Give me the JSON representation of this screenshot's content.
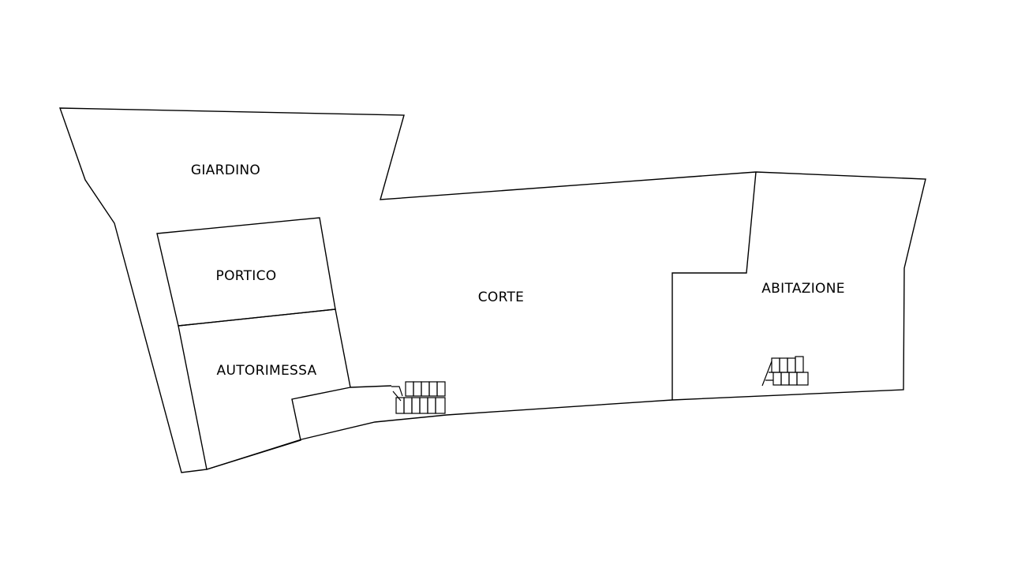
{
  "plan": {
    "line_color": "#000000",
    "background": "#ffffff",
    "rooms": {
      "giardino": "GIARDINO",
      "portico": "PORTICO",
      "autorimessa": "AUTORIMESSA",
      "corte": "CORTE",
      "abitazione": "ABITAZIONE"
    }
  }
}
